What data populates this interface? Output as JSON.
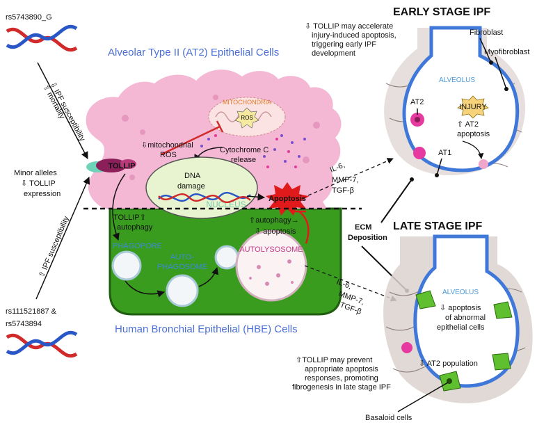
{
  "snps": {
    "top": "rs5743890_G",
    "bottom_line1": "rs111521887 &",
    "bottom_line2": "rs5743894"
  },
  "left_arrows": {
    "top_label1": "⇩ IPF susceptibility",
    "top_label2": "⇧ mortality",
    "bottom_label": "⇧ IPF susceptibility"
  },
  "minor_alleles": {
    "line1": "Minor alleles",
    "line2": "⇩ TOLLIP",
    "line3": "expression"
  },
  "cells": {
    "at2_title": "Alveolar Type II (AT2) Epithelial Cells",
    "hbe_title": "Human Bronchial Epithelial (HBE) Cells"
  },
  "at2": {
    "mitochondria": "MITOCHONDRIA",
    "ros_inner": "ROS",
    "mito_ros_line1": "⇩mitochondrial",
    "mito_ros_line2": "ROS",
    "cytochrome_line1": "Cytochrome C",
    "cytochrome_line2": "release",
    "tollip": "TOLLIP",
    "dna_line1": "DNA",
    "dna_line2": "damage",
    "nucleus": "NUCLEUS",
    "apoptosis": "Apoptosis"
  },
  "hbe": {
    "tollip_up_line1": "TOLLIP⇧",
    "tollip_up_line2": "autophagy",
    "phagopore": "PHAGOPORE",
    "autophagosome_line1": "AUTO-",
    "autophagosome_line2": "PHAGOSOME",
    "autolysosome": "AUTOLYSOSOME",
    "autophagy_line1": "⇧autophagy→",
    "autophagy_line2": "⇩ apoptosis"
  },
  "cytokines_top": {
    "l1": "IL-6,",
    "l2": "MMP-7,",
    "l3": "TGF-β"
  },
  "cytokines_bottom": {
    "l1": "IL-6,",
    "l2": "MMP-7,",
    "l3": "TGF-β"
  },
  "early": {
    "title": "EARLY STAGE IPF",
    "note_line1": "⇩ TOLLIP may accelerate",
    "note_line2": "injury-induced apoptosis,",
    "note_line3": "triggering early IPF",
    "note_line4": "development",
    "fibroblast": "Fibroblast",
    "myofibroblast": "Myofibroblast",
    "alveolus": "ALVEOLUS",
    "at2": "AT2",
    "injury": "INJURY",
    "at2_apop_line1": "⇧ AT2",
    "at2_apop_line2": "apoptosis",
    "at1": "AT1"
  },
  "ecm": {
    "line1": "ECM",
    "line2": "Deposition"
  },
  "late": {
    "title": "LATE STAGE IPF",
    "alveolus": "ALVEOLUS",
    "apop_line1": "⇩ apoptosis",
    "apop_line2": "of abnormal",
    "apop_line3": "epithelial cells",
    "at2_pop": "⇩ AT2 population",
    "note_line1": "⇧TOLLIP may prevent",
    "note_line2": "appropriate apoptosis",
    "note_line3": "responses, promoting",
    "note_line4": "fibrogenesis in late stage IPF",
    "basaloid": "Basaloid cells"
  },
  "colors": {
    "at2_cell": "#f4b7d4",
    "hbe_cell": "#3a9c1f",
    "hbe_border": "#1f5e10",
    "nucleus": "#e8f4cf",
    "title_blue": "#4c6fd6",
    "apoptosis_red": "#e01a1a",
    "membrane_blue": "#3f78d9"
  }
}
